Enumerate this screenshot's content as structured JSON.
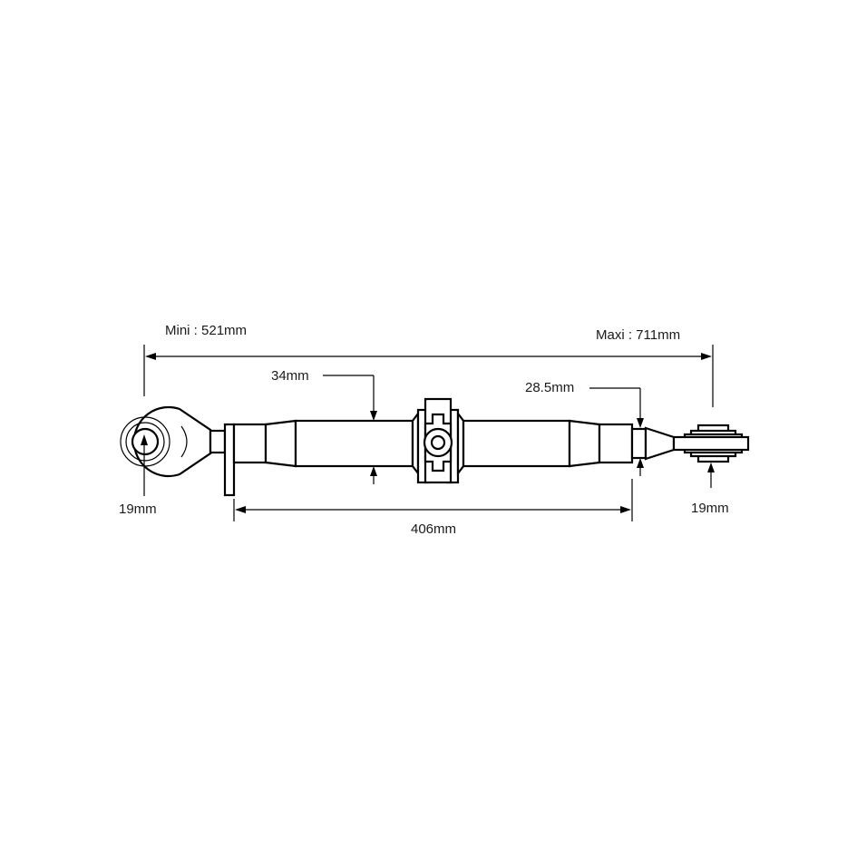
{
  "diagram": {
    "subject": "Adjustable top link with ball-eye and clevis ends",
    "dimensions": {
      "min_length": "Mini : 521mm",
      "max_length": "Maxi : 711mm",
      "tube_diameter": "34mm",
      "thread_diameter": "28.5mm",
      "left_pin_hole": "19mm",
      "right_pin_hole": "19mm",
      "tube_length": "406mm"
    },
    "colors": {
      "line": "#000000",
      "text": "#1a1a1a",
      "background": "#ffffff"
    }
  }
}
